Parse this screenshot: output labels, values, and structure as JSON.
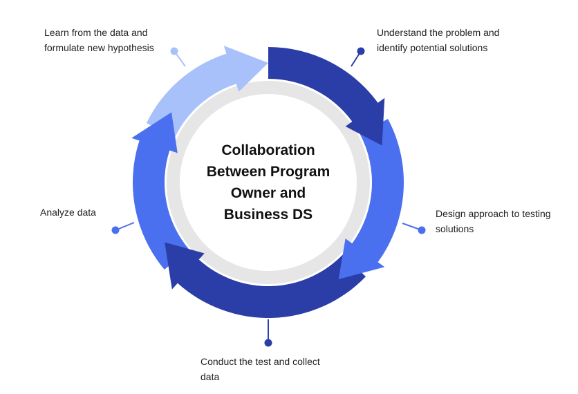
{
  "center": {
    "title_lines": [
      "Collaboration",
      "Between Program",
      "Owner and",
      "Business DS"
    ]
  },
  "steps": [
    {
      "id": "understand",
      "lines": [
        "Understand the problem and",
        "identify potential solutions"
      ],
      "color": "#2B3DA6"
    },
    {
      "id": "design",
      "lines": [
        "Design approach to testing",
        "solutions"
      ],
      "color": "#4A70F0"
    },
    {
      "id": "conduct",
      "lines": [
        "Conduct the test and collect",
        "data"
      ],
      "color": "#2B3DA6"
    },
    {
      "id": "analyze",
      "lines": [
        "Analyze data"
      ],
      "color": "#4A70F0"
    },
    {
      "id": "learn",
      "lines": [
        "Learn from the data and",
        "formulate new hypothesis"
      ],
      "color": "#A9C1FB"
    }
  ],
  "colors": {
    "inner_ring": "#E6E6E6",
    "center_fill": "#FFFFFF",
    "text": "#202124"
  }
}
